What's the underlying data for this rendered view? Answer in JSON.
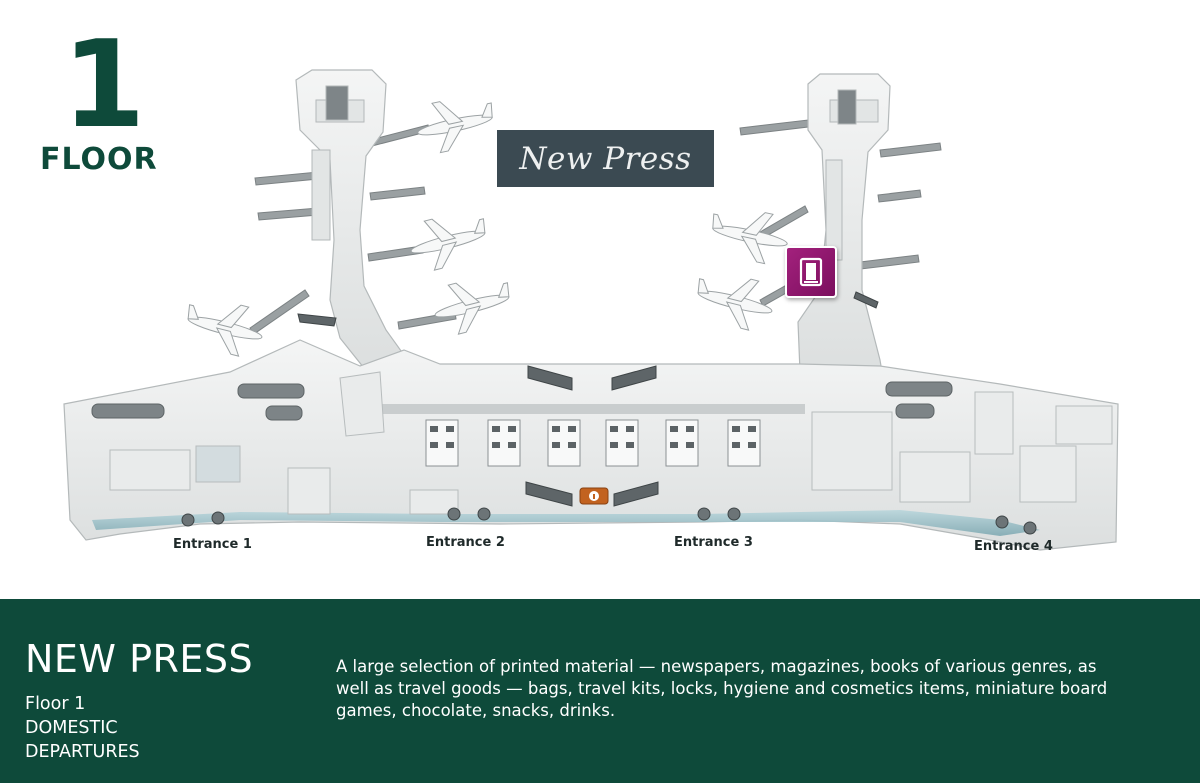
{
  "floor": {
    "number": "1",
    "label": "FLOOR"
  },
  "sign": {
    "text": "New Press"
  },
  "marker": {
    "icon": "book-icon",
    "color": "#8e1670"
  },
  "entrances": [
    {
      "label": "Entrance 1"
    },
    {
      "label": "Entrance 2"
    },
    {
      "label": "Entrance 3"
    },
    {
      "label": "Entrance 4"
    }
  ],
  "info_marker_icon": "info-icon",
  "panel": {
    "title": "NEW PRESS",
    "floor": "Floor 1",
    "zone_line1": "DOMESTIC",
    "zone_line2": "DEPARTURES",
    "description": "A large selection of printed material — newspapers, magazines, books of various genres, as well as travel goods — bags, travel kits, locks, hygiene and cosmetics items, miniature board games, chocolate, snacks, drinks."
  },
  "colors": {
    "panel": "#0e4a3a",
    "floor_text": "#0e4a3a",
    "sign_bg": "#3b4a52",
    "marker": "#8e1670"
  }
}
